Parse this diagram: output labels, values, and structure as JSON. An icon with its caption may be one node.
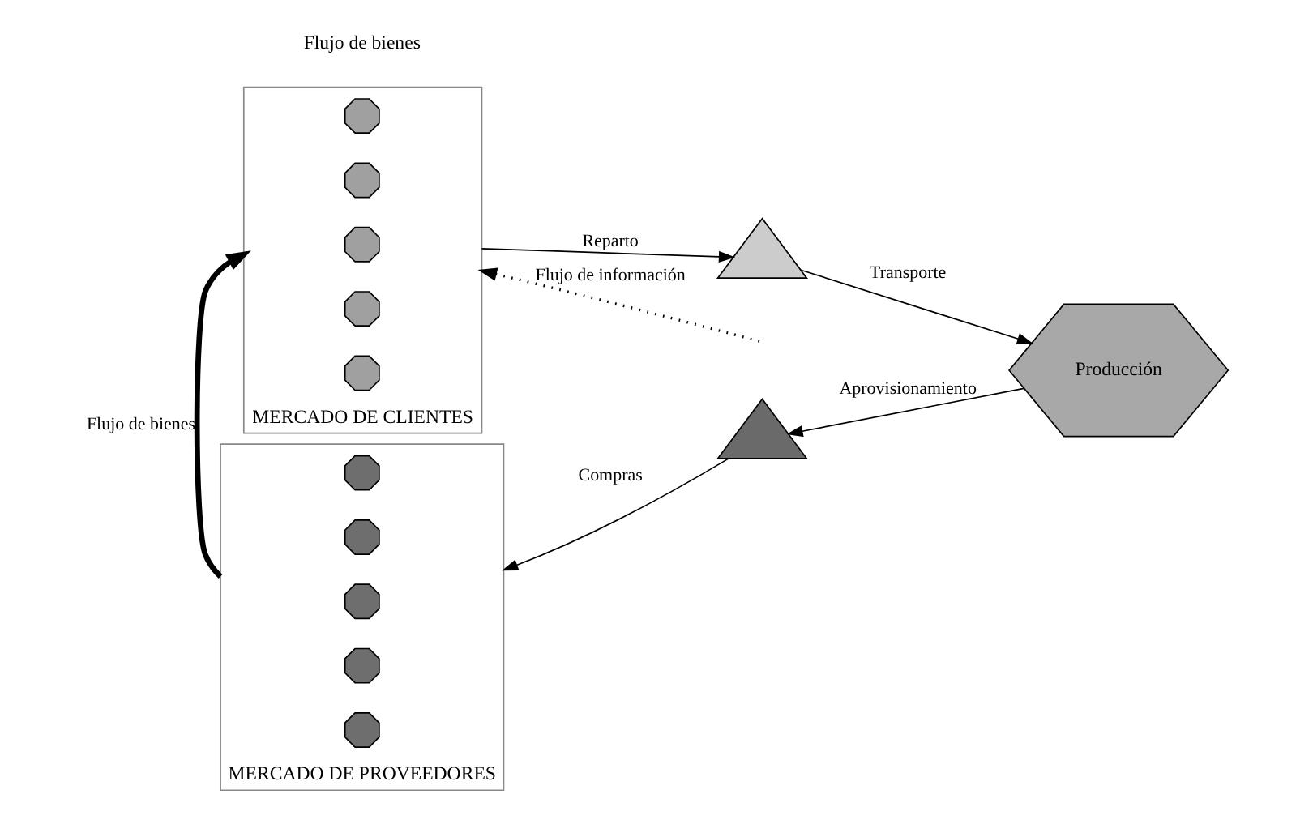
{
  "diagram": {
    "nodes": [
      {
        "text": [
          "MERCADO DE CLIENTES"
        ]
      },
      {
        "text": [],
        "shape": "octagon",
        "in": 0
      },
      {
        "text": [],
        "shape": "octagon",
        "in": 0
      },
      {
        "text": [],
        "shape": "octagon",
        "in": 0
      },
      {
        "text": [],
        "shape": "octagon",
        "in": 0
      },
      {
        "text": [],
        "shape": "octagon",
        "in": 0
      },
      {
        "text": [
          "MERCADO DE PROVEEDORES"
        ]
      },
      {
        "text": [],
        "shape": "octagon",
        "in": 6
      },
      {
        "text": [],
        "shape": "octagon",
        "in": 6
      },
      {
        "text": [],
        "shape": "octagon",
        "in": 6
      },
      {
        "text": [],
        "shape": "octagon",
        "in": 6
      },
      {
        "text": [],
        "shape": "octagon",
        "in": 6
      },
      {
        "text": [],
        "shape": "triangle"
      },
      {
        "text": [
          "Producción"
        ]
      },
      {
        "text": [],
        "shape": "triangle"
      }
    ],
    "edges": [
      {
        "from": 0,
        "to": 12,
        "arrow": "to",
        "label": "Reparto"
      },
      {
        "from": 12,
        "to": 13,
        "arrow": "to",
        "label": "Transporte"
      },
      {
        "from": 13,
        "to": 14,
        "arrow": "to",
        "label": "Aprovisionamiento"
      },
      {
        "from": 14,
        "to": 6,
        "arrow": "to",
        "label": "Compras"
      },
      {
        "from": 6,
        "to": 0,
        "arrow": "to",
        "label": "Flujo de bienes",
        "style": "thick"
      },
      {
        "from": null,
        "to": 0,
        "arrow": "to",
        "label": "Flujo de información",
        "style": "dashed"
      }
    ],
    "labels": [
      "Flujo de bienes"
    ]
  }
}
